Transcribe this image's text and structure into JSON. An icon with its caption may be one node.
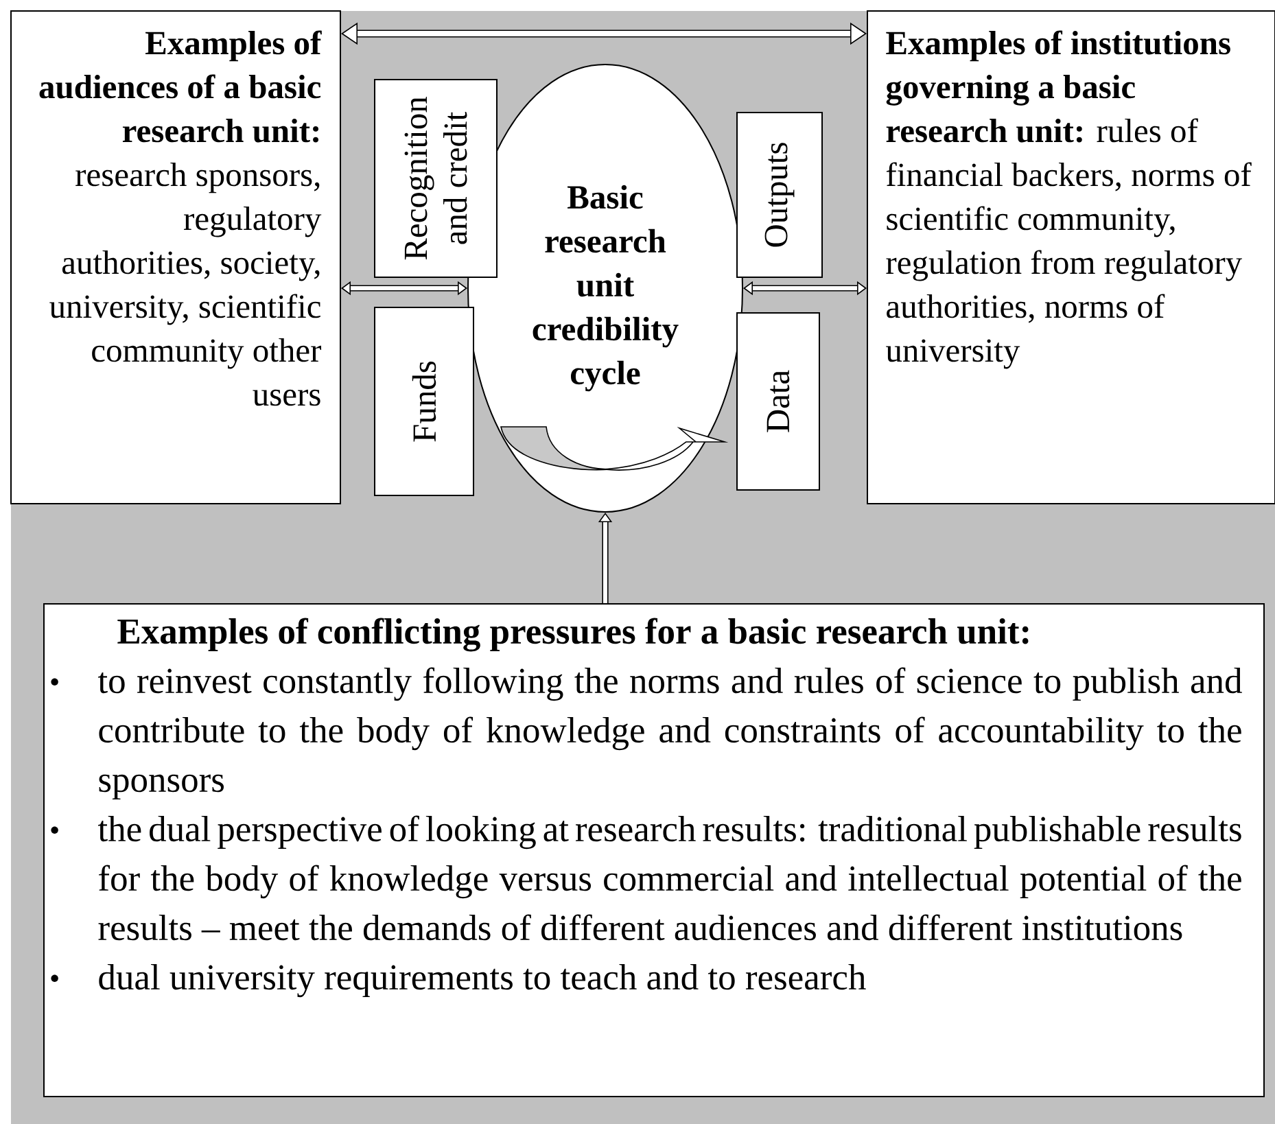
{
  "diagram": {
    "nodes": [
      {
        "text": [
          "Examples of audiences of a basic research unit:",
          "research sponsors, regulatory authorities, society, university, scientific community other users"
        ]
      },
      {
        "text": [
          "Examples of institutions governing a basic research unit:",
          "rules of financial backers, norms of scientific community, regulation from regulatory authorities, norms of university"
        ]
      },
      {
        "text": [
          "Basic research unit credibility cycle"
        ]
      },
      {
        "text": [
          "Recognition and credit"
        ]
      },
      {
        "text": [
          "Outputs"
        ]
      },
      {
        "text": [
          "Funds"
        ]
      },
      {
        "text": [
          "Data"
        ]
      },
      {
        "text": [
          "Examples of conflicting pressures for a basic research unit:",
          "to reinvest constantly following the norms and rules of science to publish and contribute to the body of knowledge and constraints of accountability to the sponsors",
          "the dual perspective of looking at research results: traditional publishable results for the body of knowledge versus commercial and intellectual potential of the results – meet the demands of different audiences and different institutions",
          "dual university requirements to teach and to research"
        ]
      }
    ],
    "edges": [
      {
        "from": 0,
        "to": 1,
        "arrow": "both"
      },
      {
        "from": 0,
        "to": 2,
        "arrow": "both"
      },
      {
        "from": 2,
        "to": 1,
        "arrow": "both"
      },
      {
        "from": 7,
        "to": 2,
        "arrow": "to"
      }
    ]
  }
}
